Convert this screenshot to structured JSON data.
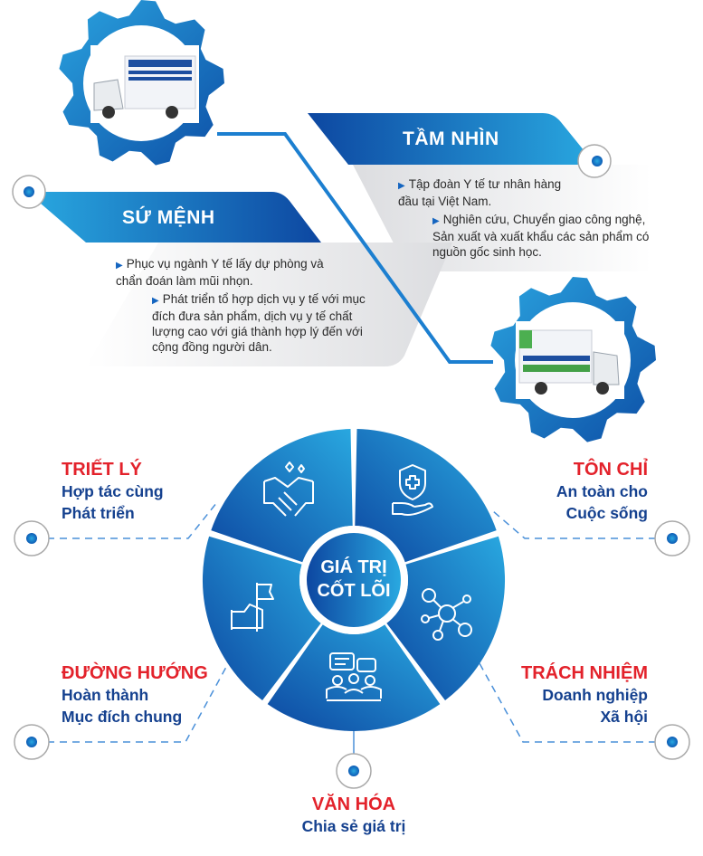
{
  "vision": {
    "title": "TẦM NHÌN",
    "bullets": [
      "Tập đoàn Y tế tư nhân hàng đầu tại Việt Nam.",
      "Nghiên cứu, Chuyển giao công nghệ, Sản xuất và xuất khẩu các sản phẩm có nguồn gốc sinh học."
    ]
  },
  "mission": {
    "title": "SỨ MỆNH",
    "bullets": [
      "Phục vụ ngành Y tế lấy dự phòng và chẩn đoán làm mũi nhọn.",
      "Phát triển tổ hợp dịch vụ y tế với mục đích đưa sản phẩm, dịch vụ y tế chất lượng cao với giá thành hợp lý đến với cộng đồng người dân."
    ]
  },
  "core": {
    "title_line1": "GIÁ TRỊ",
    "title_line2": "CỐT LÕI"
  },
  "values": [
    {
      "title": "TRIẾT LÝ",
      "line1": "Hợp tác cùng",
      "line2": "Phát triển",
      "icon": "handshake-icon"
    },
    {
      "title": "TÔN CHỈ",
      "line1": "An toàn cho",
      "line2": "Cuộc sống",
      "icon": "shield-care-icon"
    },
    {
      "title": "TRÁCH NHIỆM",
      "line1": "Doanh nghiệp",
      "line2": "Xã hội",
      "icon": "network-icon"
    },
    {
      "title": "VĂN HÓA",
      "line1": "Chia sẻ giá trị",
      "icon": "team-chat-icon"
    },
    {
      "title": "ĐƯỜNG HƯỚNG",
      "line1": "Hoàn thành",
      "line2": "Mục đích chung",
      "icon": "hand-flag-icon"
    }
  ],
  "colors": {
    "blue_dark": "#0d47a1",
    "blue_light": "#29a8e0",
    "red": "#e3222b",
    "navy": "#15418f"
  }
}
